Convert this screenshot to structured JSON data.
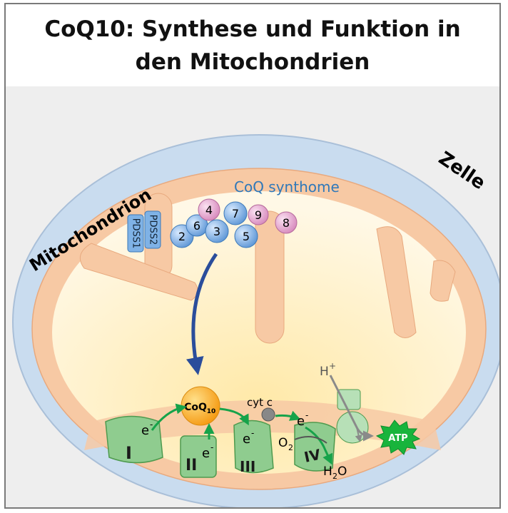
{
  "title": "CoQ10: Synthese und Funktion in den Mitochondrien",
  "labels": {
    "zelle": "Zelle",
    "mitochondrion": "Mitochondrion",
    "synthome": "CoQ synthome",
    "pdss2": "PDSS2",
    "pdss1": "PDSS1",
    "coq_main": "CoQ",
    "coq_sub": "10",
    "cytc": "cyt c",
    "o2_main": "O",
    "o2_sub": "2",
    "h2o_h": "H",
    "h2o_sub": "2",
    "h2o_o": "O",
    "hplus_main": "H",
    "hplus_sup": "+",
    "atp": "ATP",
    "electron": "e",
    "electron_sup": "-"
  },
  "coq_proteins": [
    {
      "label": "2",
      "type": "blue"
    },
    {
      "label": "6",
      "type": "blue"
    },
    {
      "label": "4",
      "type": "pink"
    },
    {
      "label": "3",
      "type": "blue"
    },
    {
      "label": "7",
      "type": "blue"
    },
    {
      "label": "5",
      "type": "blue"
    },
    {
      "label": "9",
      "type": "pink"
    },
    {
      "label": "8",
      "type": "pink"
    }
  ],
  "complexes": [
    {
      "label": "I"
    },
    {
      "label": "II"
    },
    {
      "label": "III"
    },
    {
      "label": "IV"
    }
  ],
  "colors": {
    "cell_blue": "#c9dcef",
    "membrane_orange": "#f7c9a4",
    "matrix_yellow": "#fff1c4",
    "complex_green": "#8fcc8f",
    "arrow_green": "#16a34a",
    "arrow_blue": "#2a4d9b",
    "protein_blue": "#7fb2e6",
    "protein_pink": "#e7a4cf",
    "coq_orange": "#f5a623",
    "atp_green": "#18b43c"
  }
}
